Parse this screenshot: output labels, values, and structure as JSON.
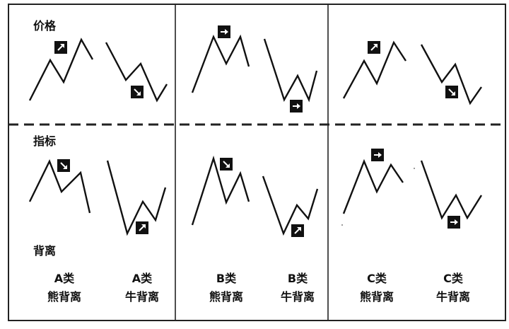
{
  "row_labels": {
    "price": "价格",
    "indicator": "指标",
    "divergence": "背离"
  },
  "columns": [
    {
      "bear_class": "A类",
      "bear_type": "熊背离",
      "bull_class": "A类",
      "bull_type": "牛背离"
    },
    {
      "bear_class": "B类",
      "bear_type": "熊背离",
      "bull_class": "B类",
      "bull_type": "牛背离"
    },
    {
      "bear_class": "C类",
      "bear_type": "熊背离",
      "bull_class": "C类",
      "bull_type": "牛背离"
    }
  ],
  "arrow_icons": {
    "A": {
      "price_bear": "arrow-up-right-icon",
      "price_bull": "arrow-down-right-icon",
      "indicator_bear": "arrow-down-right-icon",
      "indicator_bull": "arrow-up-right-icon"
    },
    "B": {
      "price_bear": "arrow-right-icon",
      "price_bull": "arrow-right-icon",
      "indicator_bear": "arrow-down-right-icon",
      "indicator_bull": "arrow-up-right-icon"
    },
    "C": {
      "price_bear": "arrow-up-right-icon",
      "price_bull": "arrow-down-right-icon",
      "indicator_bear": "arrow-right-icon",
      "indicator_bull": "arrow-right-icon"
    }
  }
}
